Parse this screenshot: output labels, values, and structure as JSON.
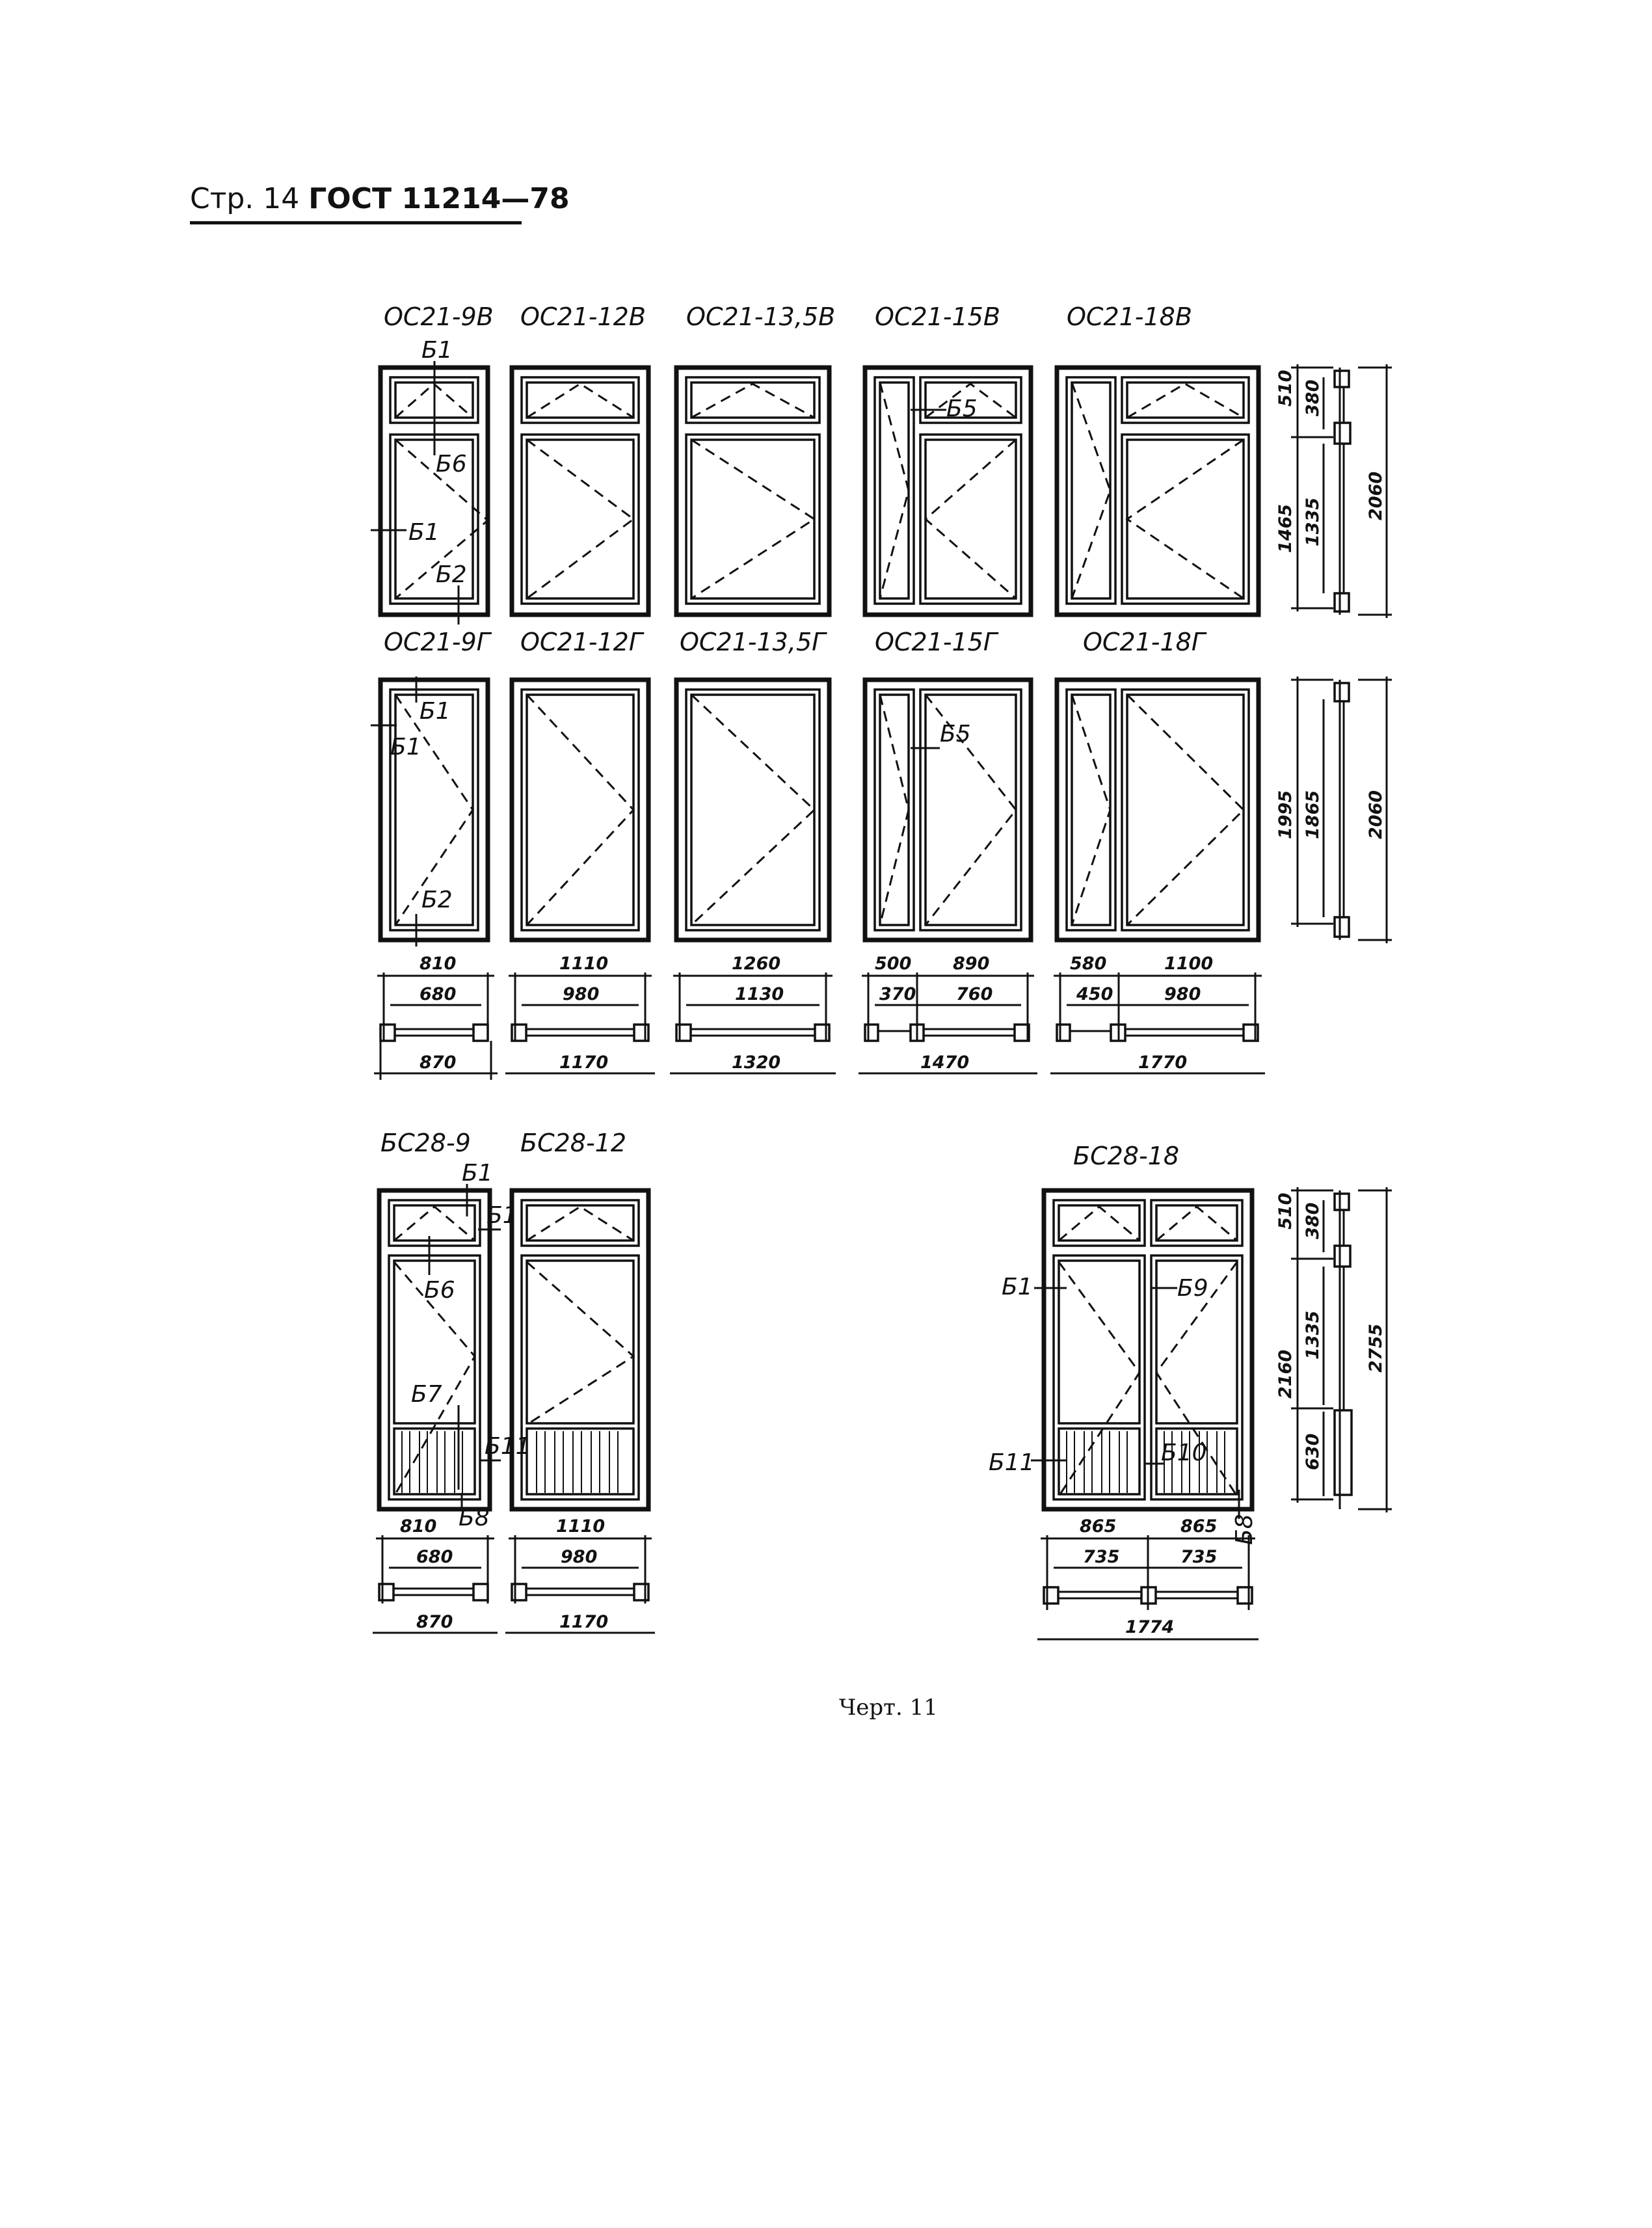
{
  "header": {
    "page": "Стр. 14",
    "standard": "ГОСТ 11214—78"
  },
  "caption": "Черт. 11",
  "windows_row1": {
    "titles": [
      "ОС21-9В",
      "ОС21-12В",
      "ОС21-13,5В",
      "ОС21-15В",
      "ОС21-18В"
    ],
    "callouts": {
      "b1a": "Б1",
      "b6": "Б6",
      "b1b": "Б1",
      "b2": "Б2",
      "b5": "Б5"
    },
    "side_dims": {
      "d510": "510",
      "d380": "380",
      "d1335": "1335",
      "d1465": "1465",
      "d2060": "2060"
    }
  },
  "windows_row2": {
    "titles": [
      "ОС21-9Г",
      "ОС21-12Г",
      "ОС21-13,5Г",
      "ОС21-15Г",
      "ОС21-18Г"
    ],
    "callouts": {
      "b1a": "Б1",
      "b1b": "Б1",
      "b2": "Б2",
      "b5": "Б5"
    },
    "side_dims": {
      "d1995": "1995",
      "d1865": "1865",
      "d2060": "2060"
    }
  },
  "plan_dims": {
    "w1": {
      "outer": "810",
      "inner": "680",
      "total": "870"
    },
    "w2": {
      "outer": "1110",
      "inner": "980",
      "total": "1170"
    },
    "w3": {
      "outer": "1260",
      "inner": "1130",
      "total": "1320"
    },
    "w4": {
      "outer_a": "500",
      "outer_b": "890",
      "inner_a": "370",
      "inner_b": "760",
      "total": "1470"
    },
    "w5": {
      "outer_a": "580",
      "outer_b": "1100",
      "inner_a": "450",
      "inner_b": "980",
      "total": "1770"
    }
  },
  "doors": {
    "titles": [
      "БС28-9",
      "БС28-12",
      "БС28-18"
    ],
    "d1": {
      "callouts": {
        "b1": "Б1",
        "b1r": "Б1",
        "b6": "Б6",
        "b7": "Б7",
        "b11": "Б11",
        "b8": "Б8"
      },
      "dims": {
        "outer": "810",
        "inner": "680",
        "total": "870"
      }
    },
    "d2": {
      "dims": {
        "outer": "1110",
        "inner": "980",
        "total": "1170"
      }
    },
    "d3": {
      "callouts": {
        "b1": "Б1",
        "b9": "Б9",
        "b11": "Б11",
        "b10": "Б10",
        "b8": "Б8"
      },
      "dims": {
        "outer_a": "865",
        "outer_b": "865",
        "inner_a": "735",
        "inner_b": "735",
        "total": "1774"
      },
      "side_dims": {
        "d510": "510",
        "d380": "380",
        "d1335": "1335",
        "d630": "630",
        "d2160": "2160",
        "d2755": "2755"
      }
    }
  }
}
